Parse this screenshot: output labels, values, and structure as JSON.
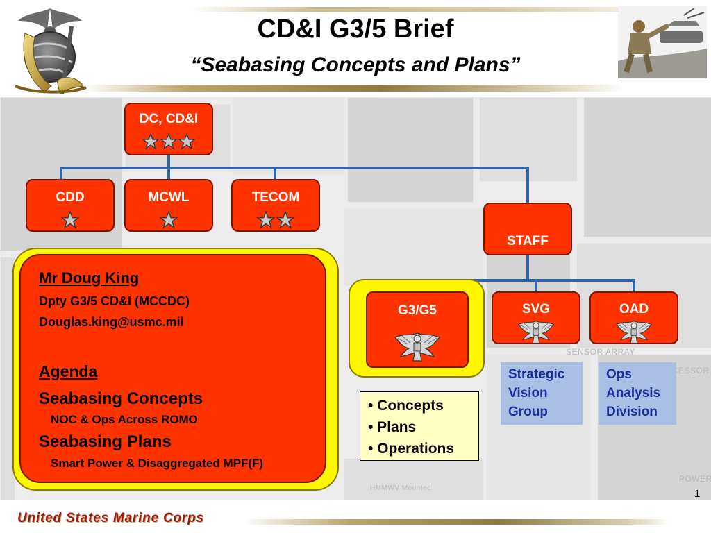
{
  "header": {
    "title": "CD&I G3/5 Brief",
    "subtitle": "“Seabasing Concepts and Plans”"
  },
  "org": {
    "top": {
      "label": "DC, CD&I",
      "stars": 3
    },
    "row1": [
      {
        "label": "CDD",
        "stars": 1
      },
      {
        "label": "MCWL",
        "stars": 1
      },
      {
        "label": "TECOM",
        "stars": 2
      }
    ],
    "staff": {
      "label": "STAFF"
    },
    "row2": [
      {
        "label": "G3/G5",
        "insignia": "eagle-icon"
      },
      {
        "label": "SVG",
        "insignia": "eagle-icon"
      },
      {
        "label": "OAD",
        "insignia": "eagle-icon"
      }
    ]
  },
  "info": {
    "name": "Mr Doug King",
    "position": "Dpty G3/5 CD&I (MCCDC)",
    "email": "Douglas.king@usmc.mil",
    "agenda_heading": "Agenda",
    "item1": "Seabasing Concepts",
    "item1_sub": "NOC & Ops Across ROMO",
    "item2": "Seabasing Plans",
    "item2_sub": "Smart Power & Disaggregated MPF(F)"
  },
  "bullets": [
    "• Concepts",
    "• Plans",
    "• Operations"
  ],
  "svg_desc": [
    "Strategic",
    "Vision",
    "Group"
  ],
  "oad_desc": [
    "Ops",
    "Analysis",
    "Division"
  ],
  "background_text": [
    "SENSOR ARRAY",
    "SIGNAL PROCESSOR",
    "POWER",
    "HMMWV Mounted"
  ],
  "page_number": "1",
  "footer": {
    "brand": "United States Marine Corps"
  },
  "colors": {
    "box_fill": "#ff3300",
    "frame_yellow": "#fff700",
    "connector": "#2e64a8",
    "desc_fill": "#a9bfe3",
    "desc_text": "#1a2f9e",
    "brand": "#9b1b14"
  }
}
